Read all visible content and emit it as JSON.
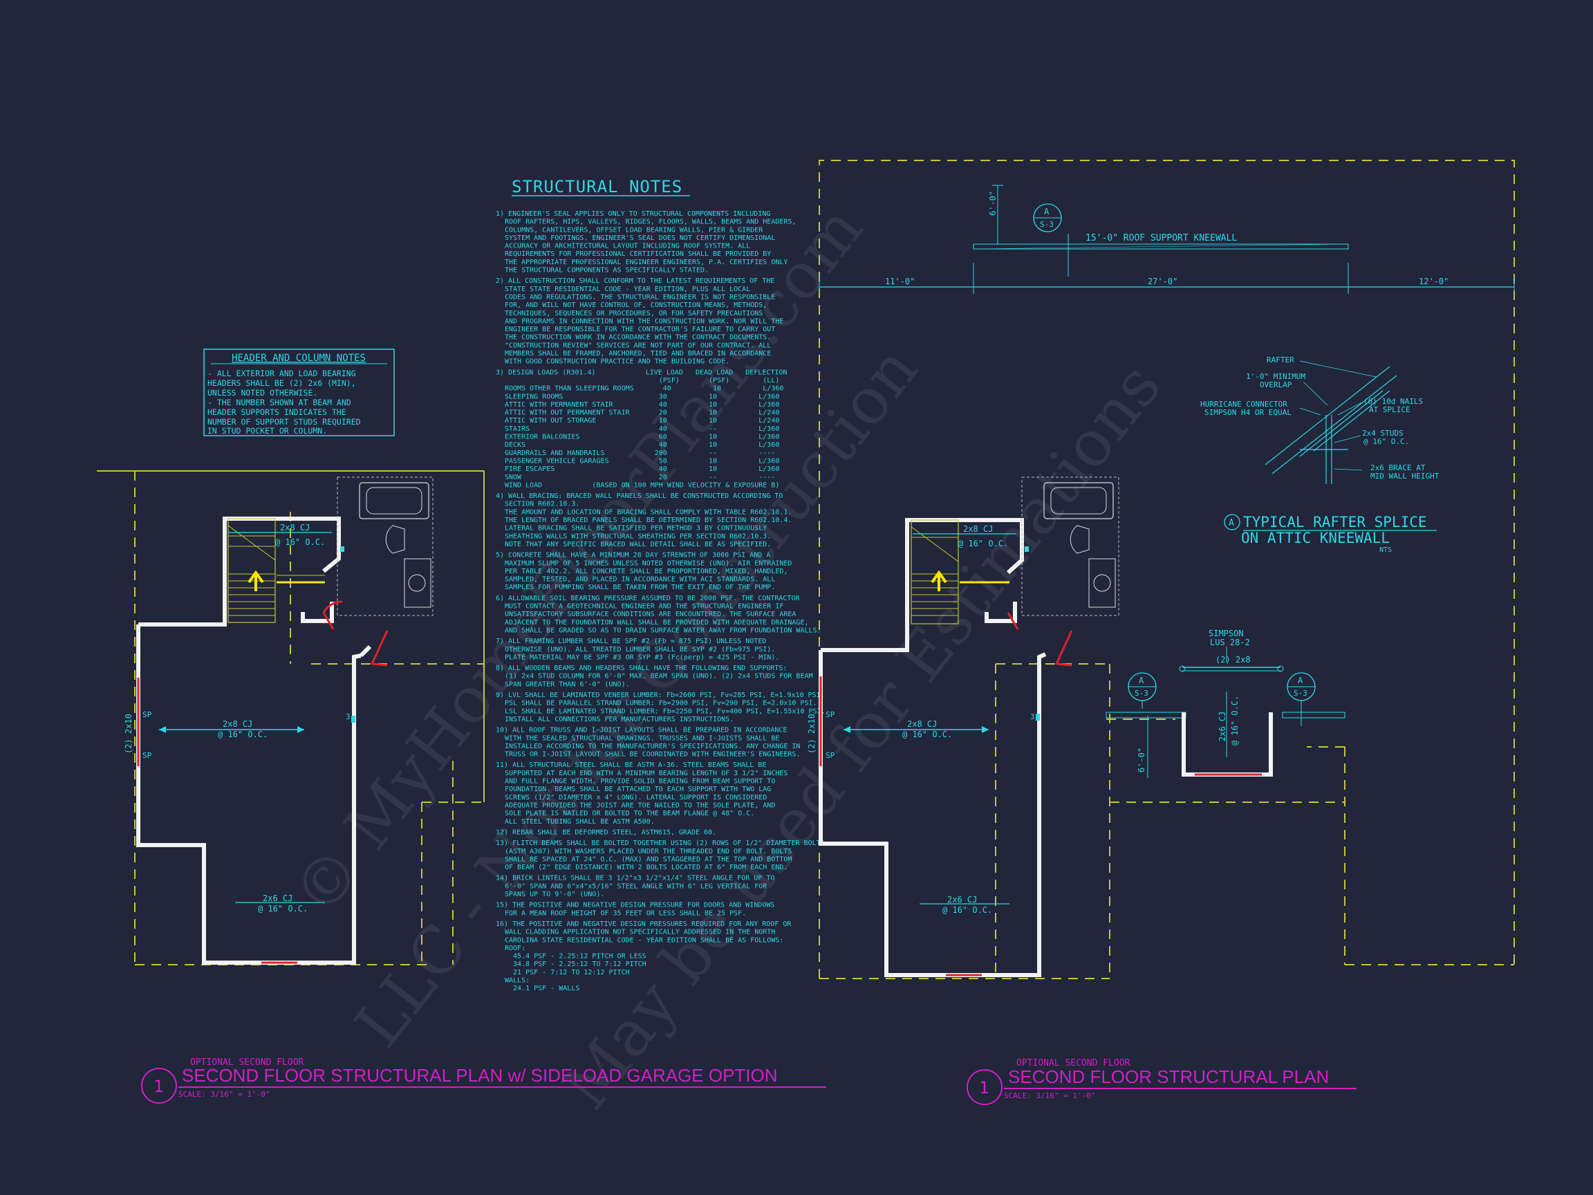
{
  "structural_notes": {
    "title": "STRUCTURAL NOTES",
    "items": [
      "1) ENGINEER'S SEAL APPLIES ONLY TO STRUCTURAL COMPONENTS INCLUDING",
      "ROOF RAFTERS, HIPS, VALLEYS, RIDGES, FLOORS, WALLS, BEAMS AND HEADERS,",
      "COLUMNS, CANTILEVERS, OFFSET LOAD BEARING WALLS, PIER & GIRDER",
      "SYSTEM AND FOOTINGS. ENGINEER'S SEAL DOES NOT CERTIFY DIMENSIONAL",
      "ACCURACY OR ARCHITECTURAL LAYOUT INCLUDING ROOF SYSTEM. ALL",
      "REQUIREMENTS FOR PROFESSIONAL CERTIFICATION SHALL BE PROVIDED BY",
      "THE APPROPRIATE PROFESSIONAL ENGINEER ENGINEERS, P.A. CERTIFIES ONLY",
      "THE STRUCTURAL COMPONENTS AS SPECIFICALLY STATED.",
      "2) ALL CONSTRUCTION SHALL CONFORM TO THE LATEST REQUIREMENTS OF THE",
      "STATE STATE RESIDENTIAL CODE - YEAR EDITION, PLUS ALL LOCAL",
      "CODES AND REGULATIONS. THE STRUCTURAL ENGINEER IS NOT RESPONSIBLE",
      "FOR, AND WILL NOT HAVE CONTROL OF, CONSTRUCTION MEANS, METHODS,",
      "TECHNIQUES, SEQUENCES OR PROCEDURES, OR FOR SAFETY PRECAUTIONS",
      "AND PROGRAMS IN CONNECTION WITH THE CONSTRUCTION WORK. NOR WILL THE",
      "ENGINEER BE RESPONSIBLE FOR THE CONTRACTOR'S FAILURE TO CARRY OUT",
      "THE CONSTRUCTION WORK IN ACCORDANCE WITH THE CONTRACT DOCUMENTS.",
      "\"CONSTRUCTION REVIEW\" SERVICES ARE NOT PART OF OUR CONTRACT. ALL",
      "MEMBERS SHALL BE FRAMED, ANCHORED, TIED AND BRACED IN ACCORDANCE",
      "WITH GOOD CONSTRUCTION PRACTICE AND THE BUILDING CODE.",
      "3) DESIGN LOADS (R301.4)            LIVE LOAD   DEAD LOAD   DEFLECTION",
      "                                     (PSF)       (PSF)        (LL)",
      "ROOMS OTHER THAN SLEEPING ROOMS       40          10          L/360",
      "SLEEPING ROOMS                       30          10          L/360",
      "ATTIC WITH PERMANENT STAIR           40          10          L/360",
      "ATTIC WITH OUT PERMANENT STAIR       20          10          L/240",
      "ATTIC WITH OUT STORAGE               10          10          L/240",
      "STAIRS                               40          --          L/360",
      "EXTERIOR BALCONIES                   60          10          L/360",
      "DECKS                                40          10          L/360",
      "GUARDRAILS AND HANDRAILS            200          --          ----",
      "PASSENGER VEHICLE GARAGES            50          10          L/360",
      "FIRE ESCAPES                         40          10          L/360",
      "SNOW                                 20          --          ----",
      "WIND LOAD            (BASED ON 100 MPH WIND VELOCITY & EXPOSURE B)",
      "4) WALL BRACING: BRACED WALL PANELS SHALL BE CONSTRUCTED ACCORDING TO",
      "SECTION R602.10.3.",
      "THE AMOUNT AND LOCATION OF BRACING SHALL COMPLY WITH TABLE R602.10.1.",
      "THE LENGTH OF BRACED PANELS SHALL BE DETERMINED BY SECTION R602.10.4.",
      "LATERAL BRACING SHALL BE SATISFIED PER METHOD 3 BY CONTINUOUSLY",
      "SHEATHING WALLS WITH STRUCTURAL SHEATHING PER SECTION R602.10.3.",
      "NOTE THAT ANY SPECIFIC BRACED WALL DETAIL SHALL BE AS SPECIFIED.",
      "5) CONCRETE SHALL HAVE A MINIMUM 28 DAY STRENGTH OF 3000 PSI AND A",
      "MAXIMUM SLUMP OF 5 INCHES UNLESS NOTED OTHERWISE (UNO). AIR ENTRAINED",
      "PER TABLE 402.2. ALL CONCRETE SHALL BE PROPORTIONED, MIXED, HANDLED,",
      "SAMPLED, TESTED, AND PLACED IN ACCORDANCE WITH ACI STANDARDS. ALL",
      "SAMPLES FOR PUMPING SHALL BE TAKEN FROM THE EXIT END OF THE PUMP.",
      "6) ALLOWABLE SOIL BEARING PRESSURE ASSUMED TO BE 2000 PSF. THE CONTRACTOR",
      "MUST CONTACT A GEOTECHNICAL ENGINEER AND THE STRUCTURAL ENGINEER IF",
      "UNSATISFACTORY SUBSURFACE CONDITIONS ARE ENCOUNTERED. THE SURFACE AREA",
      "ADJACENT TO THE FOUNDATION WALL SHALL BE PROVIDED WITH ADEQUATE DRAINAGE,",
      "AND SHALL BE GRADED SO AS TO DRAIN SURFACE WATER AWAY FROM FOUNDATION WALLS.",
      "7) ALL FRAMING LUMBER SHALL BE SPF #2 (Fb = 875 PSI) UNLESS NOTED",
      "OTHERWISE (UNO). ALL TREATED LUMBER SHALL BE SYP #2 (Fb=975 PSI).",
      "PLATE MATERIAL MAY BE SPF #3 OR SYP #3 (Fc(perp) = 425 PSI - MIN).",
      "8) ALL WOODEN BEAMS AND HEADERS SHALL HAVE THE FOLLOWING END SUPPORTS:",
      "(1) 2x4 STUD COLUMN FOR 6'-0\" MAX. BEAM SPAN (UNO). (2) 2x4 STUDS FOR BEAM",
      "SPAN GREATER THAN 6'-0\" (UNO).",
      "9) LVL SHALL BE LAMINATED VENEER LUMBER: Fb=2600 PSI, Fv=285 PSI, E=1.9x10 PSI.",
      "PSL SHALL BE PARALLEL STRAND LUMBER: Fb=2900 PSI, Fv=290 PSI, E=2.0x10 PSI.",
      "LSL SHALL BE LAMINATED STRAND LUMBER: Fb=2250 PSI, Fv=400 PSI, E=1.55x10 PSI.",
      "INSTALL ALL CONNECTIONS PER MANUFACTURERS INSTRUCTIONS.",
      "10) ALL ROOF TRUSS AND I-JOIST LAYOUTS SHALL BE PREPARED IN ACCORDANCE",
      "WITH THE SEALED STRUCTURAL DRAWINGS. TRUSSES AND I-JOISTS SHALL BE",
      "INSTALLED ACCORDING TO THE MANUFACTURER'S SPECIFICATIONS. ANY CHANGE IN",
      "TRUSS OR I-JOIST LAYOUT SHALL BE COORDINATED WITH ENGINEER'S ENGINEERS.",
      "11) ALL STRUCTURAL STEEL SHALL BE ASTM A-36. STEEL BEAMS SHALL BE",
      "SUPPORTED AT EACH END WITH A MINIMUM BEARING LENGTH OF 3 1/2\" INCHES",
      "AND FULL FLANGE WIDTH. PROVIDE SOLID BEARING FROM BEAM SUPPORT TO",
      "FOUNDATION. BEAMS SHALL BE ATTACHED TO EACH SUPPORT WITH TWO LAG",
      "SCREWS (1/2\" DIAMETER x 4\" LONG). LATERAL SUPPORT IS CONSIDERED",
      "ADEQUATE PROVIDED THE JOIST ARE TOE NAILED TO THE SOLE PLATE, AND",
      "SOLE PLATE IS NAILED OR BOLTED TO THE BEAM FLANGE @ 48\" O.C.",
      "ALL STEEL TUBING SHALL BE ASTM A500.",
      "12) REBAR SHALL BE DEFORMED STEEL, ASTM615, GRADE 60.",
      "13) FLITCH BEAMS SHALL BE BOLTED TOGETHER USING (2) ROWS OF 1/2\" DIAMETER BOLTS",
      "(ASTM A307) WITH WASHERS PLACED UNDER THE THREADED END OF BOLT. BOLTS",
      "SHALL BE SPACED AT 24\" O.C. (MAX) AND STAGGERED AT THE TOP AND BOTTOM",
      "OF BEAM (2\" EDGE DISTANCE) WITH 2 BOLTS LOCATED AT 6\" FROM EACH END.",
      "14) BRICK LINTELS SHALL BE 3 1/2\"x3 1/2\"x1/4\" STEEL ANGLE FOR UP TO",
      "6'-0\" SPAN AND 6\"x4\"x5/16\" STEEL ANGLE WITH 6\" LEG VERTICAL FOR",
      "SPANS UP TO 9'-0\" (UNO).",
      "15) THE POSITIVE AND NEGATIVE DESIGN PRESSURE FOR DOORS AND WINDOWS",
      "FOR A MEAN ROOF HEIGHT OF 35 FEET OR LESS SHALL BE 25 PSF.",
      "16) THE POSITIVE AND NEGATIVE DESIGN PRESSURES REQUIRED FOR ANY ROOF OR",
      "WALL CLADDING APPLICATION NOT SPECIFICALLY ADDRESSED IN THE NORTH",
      "CAROLINA STATE RESIDENTIAL CODE - YEAR EDITION SHALL BE AS FOLLOWS:",
      "ROOF:",
      "  45.4 PSF - 2.25:12 PITCH OR LESS",
      "  34.8 PSF - 2.25:12 TO 7:12 PITCH",
      "  21 PSF - 7:12 TO 12:12 PITCH",
      "WALLS:",
      "  24.1 PSF - WALLS"
    ]
  },
  "header_notes": {
    "title": "HEADER AND COLUMN NOTES",
    "lines": [
      "- ALL EXTERIOR AND LOAD BEARING",
      "HEADERS SHALL BE (2) 2x6 (MIN),",
      "UNLESS NOTED OTHERWISE.",
      "- THE NUMBER SHOWN AT BEAM AND",
      "HEADER SUPPORTS INDICATES THE",
      "NUMBER OF SUPPORT STUDS REQUIRED",
      "IN STUD POCKET OR COLUMN."
    ]
  },
  "plan_left": {
    "label_2x8": "2x8 CJ",
    "label_2x8_oc": "@ 16\" O.C.",
    "label_main": "2x8 CJ",
    "label_main_oc": "@ 16\" O.C.",
    "label_bottom": "2x6 CJ",
    "label_bottom_oc": "@ 16\" O.C.",
    "label_side": "(2) 2x10",
    "sp1": "SP",
    "sp2": "SP",
    "num3": "3"
  },
  "plan_right": {
    "label_2x8": "2x8 CJ",
    "label_2x8_oc": "@ 16\" O.C.",
    "label_main": "2x8 CJ",
    "label_main_oc": "@ 16\" O.C.",
    "label_bottom": "2x6 CJ",
    "label_bottom_oc": "@ 16\" O.C.",
    "label_side": "(2) 2x10",
    "sp1": "SP",
    "sp2": "SP",
    "num3": "3"
  },
  "kneewall": {
    "label": "15'-0\" ROOF SUPPORT KNEEWALL",
    "height": "6'-0\"",
    "dim_left": "11'-0\"",
    "dim_mid": "27'-0\"",
    "dim_right": "12'-0\"",
    "bubble_top": "A",
    "bubble_bottom": "S-3"
  },
  "rafter_detail": {
    "rafter": "RAFTER",
    "overlap": "1'-0\" MINIMUM",
    "overlap2": "OVERLAP",
    "hurricane": "HURRICANE CONNECTOR",
    "hurricane2": "SIMPSON H4 OR EQUAL",
    "nails": "(6) 10d NAILS",
    "nails2": "AT SPLICE",
    "studs": "2x4 STUDS",
    "studs2": "@ 16\" O.C.",
    "brace": "2x6 BRACE AT",
    "brace2": "MID WALL HEIGHT",
    "title1": "TYPICAL RAFTER SPLICE",
    "title2": "ON ATTIC KNEEWALL",
    "marker": "A",
    "scale": "NTS"
  },
  "dormer_detail": {
    "simpson": "SIMPSON",
    "lus": "LUS 28-2",
    "beam": "(2) 2x8",
    "cj": "2x6 CJ",
    "cj_oc": "@ 16\" O.C.",
    "height": "6'-0\"",
    "bubble_top": "A",
    "bubble_bottom": "S-3"
  },
  "titles": {
    "left_small": "OPTIONAL SECOND FLOOR",
    "left_main": "SECOND FLOOR STRUCTURAL PLAN w/ SIDELOAD GARAGE OPTION",
    "left_scale": "SCALE: 3/16\" = 1'-0\"",
    "left_num": "1",
    "right_small": "OPTIONAL SECOND FLOOR",
    "right_main": "SECOND FLOOR STRUCTURAL PLAN",
    "right_scale": "SCALE: 3/16\" = 1'-0\"",
    "right_num": "1"
  },
  "watermark": {
    "line1": "© MyHomeFloorPlans.com",
    "line2": "LLC - Not for Construction",
    "line3": "May be used for Estimations"
  },
  "colors": {
    "background": "#21263a",
    "cyan": "#2fd8e6",
    "magenta": "#d21ec8",
    "yellow_dash": "#c8c43a",
    "wall": "#f2f2f2",
    "red": "#e0202a"
  }
}
